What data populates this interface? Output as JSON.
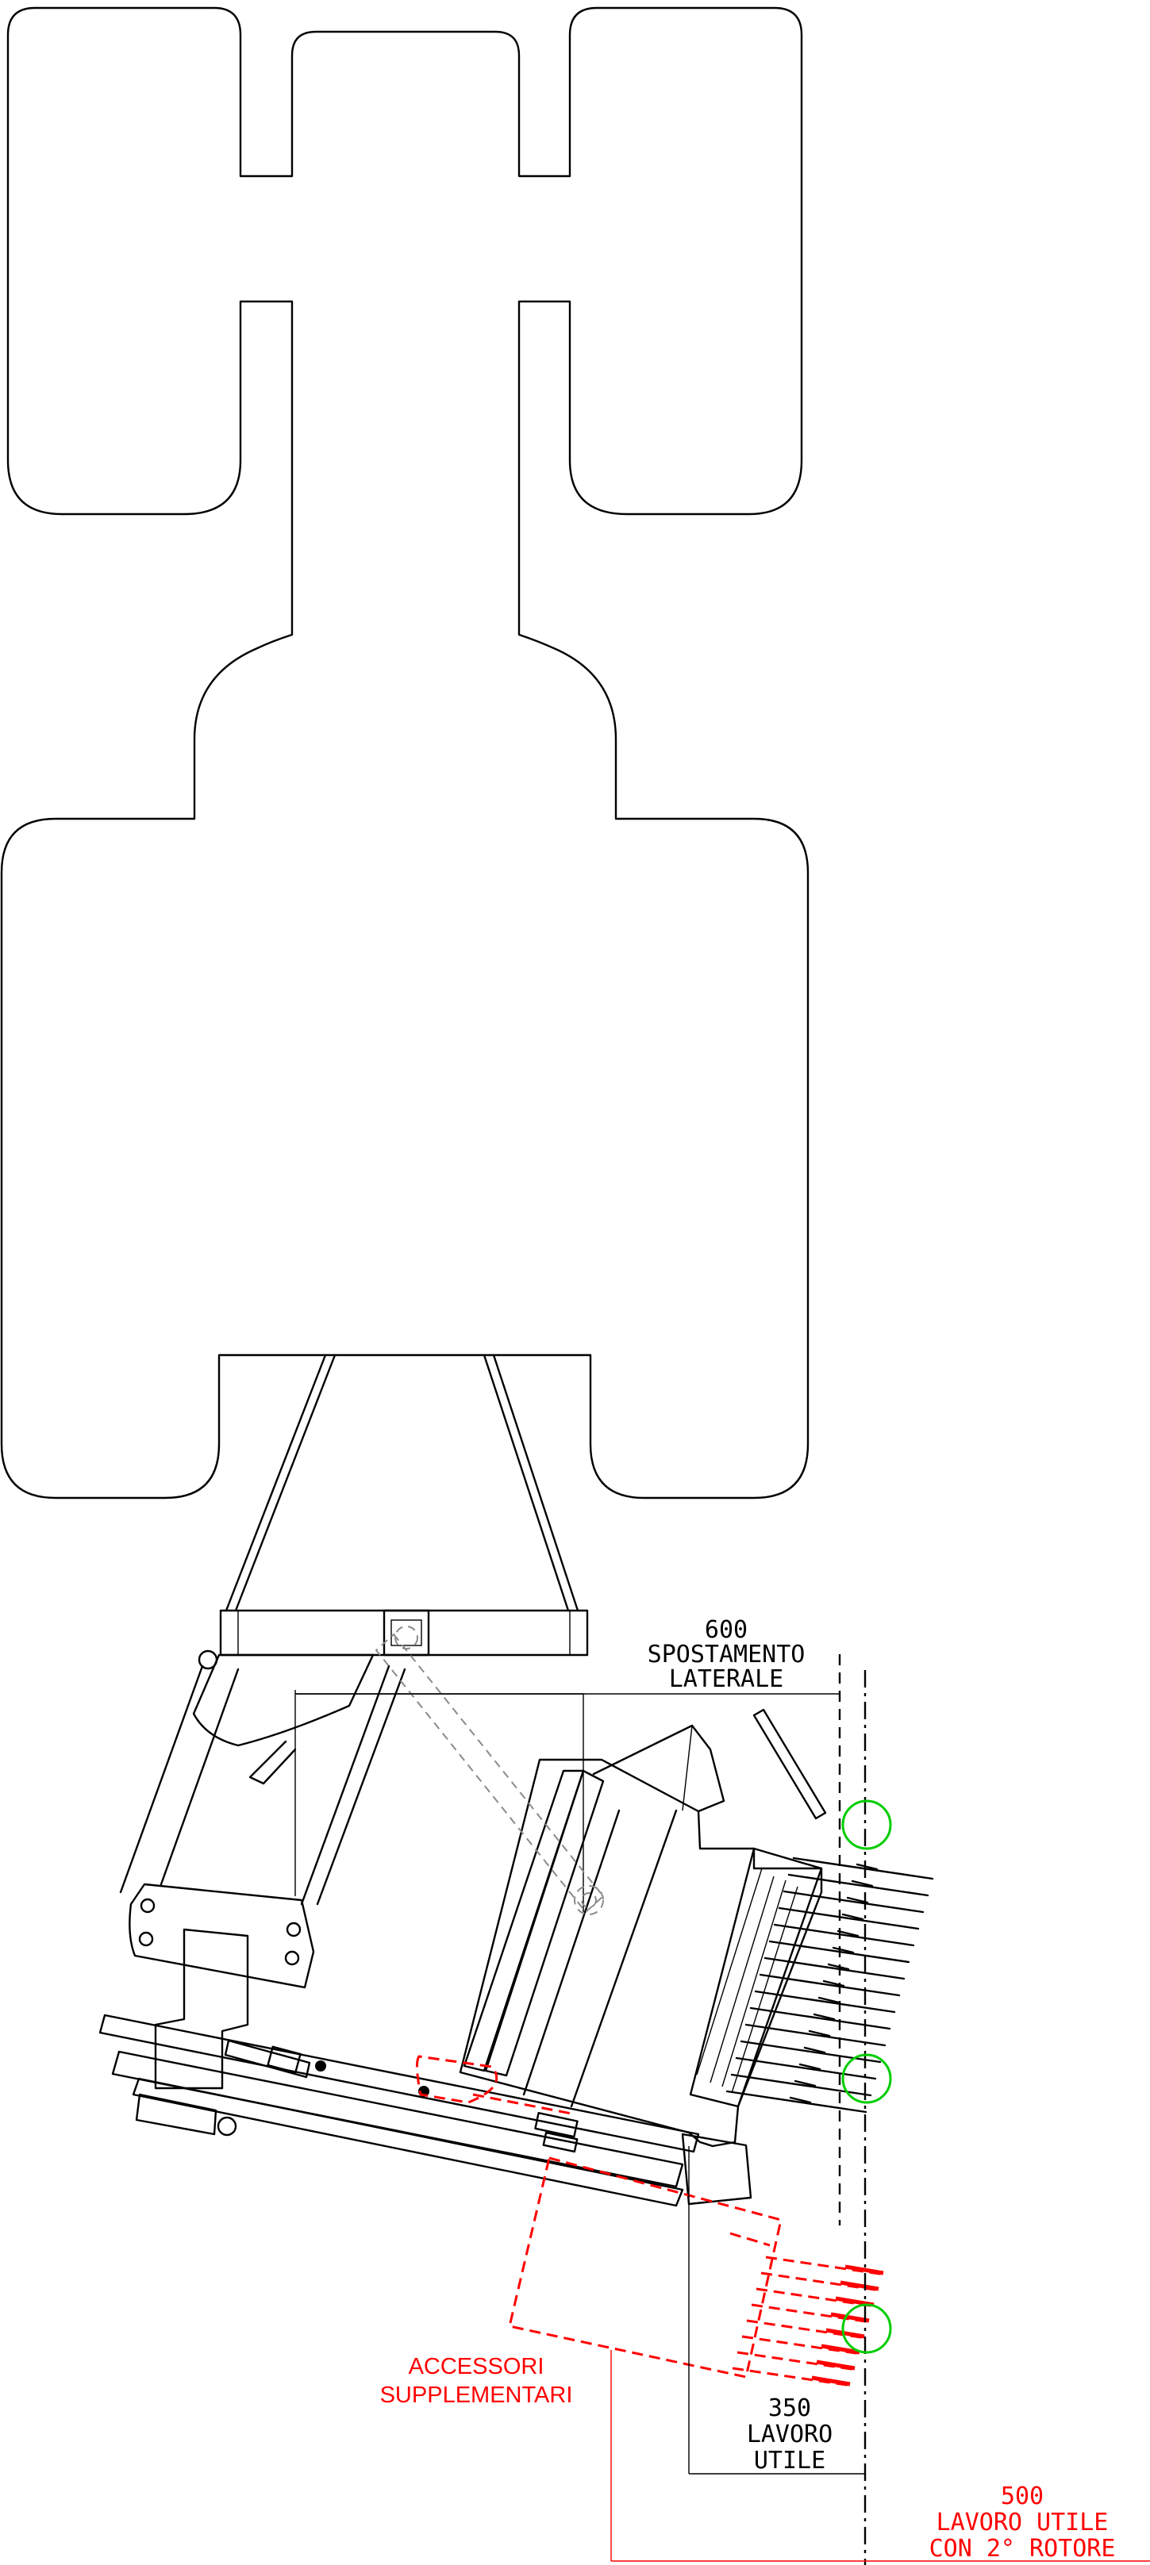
{
  "annotations": {
    "lateral_shift": {
      "value": "600",
      "line1": "SPOSTAMENTO",
      "line2": "LATERALE"
    },
    "useful_work": {
      "value": "350",
      "line1": "LAVORO",
      "line2": "UTILE"
    },
    "useful_work_rotor2": {
      "value": "500",
      "line1": "LAVORO UTILE",
      "line2": "CON 2° ROTORE"
    },
    "accessories": {
      "line1": "ACCESSORI",
      "line2": "SUPPLEMENTARI"
    }
  },
  "colors": {
    "outline": "#000000",
    "accessory": "#ff0000",
    "hidden_parts": "#8a8a8a",
    "marker_circles": "#00cc00"
  }
}
